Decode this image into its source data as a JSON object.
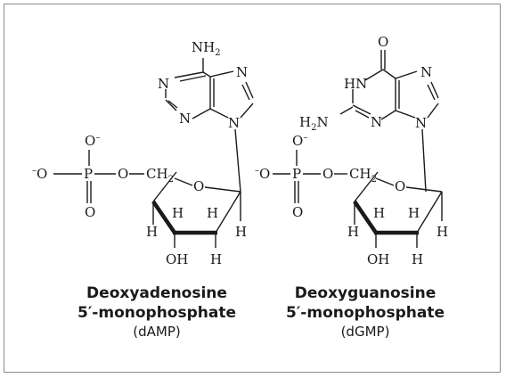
{
  "molecules": [
    {
      "name_line1": "Deoxyadenosine",
      "name_line2": "5′-monophosphate",
      "abbreviation": "(dAMP)",
      "base_labels": {
        "nh2": "NH",
        "nh2_sub": "2",
        "n1": "N",
        "n3": "N",
        "n7": "N",
        "n9": "N"
      }
    },
    {
      "name_line1": "Deoxyguanosine",
      "name_line2": "5′-monophosphate",
      "abbreviation": "(dGMP)",
      "base_labels": {
        "o6": "O",
        "hn1": "HN",
        "h2n": "H",
        "h2n_sub": "2",
        "h2n_n": "N",
        "n3": "N",
        "n7": "N",
        "n9": "N"
      }
    }
  ],
  "phosphate_labels": {
    "o_top": "O",
    "charge": "–",
    "o_left": "O",
    "p": "P",
    "o_ester": "O",
    "ch2": "CH",
    "ch2_sub": "2",
    "o_bottom": "O"
  },
  "sugar_labels": {
    "ring_o": "O",
    "h": "H",
    "oh": "OH"
  }
}
